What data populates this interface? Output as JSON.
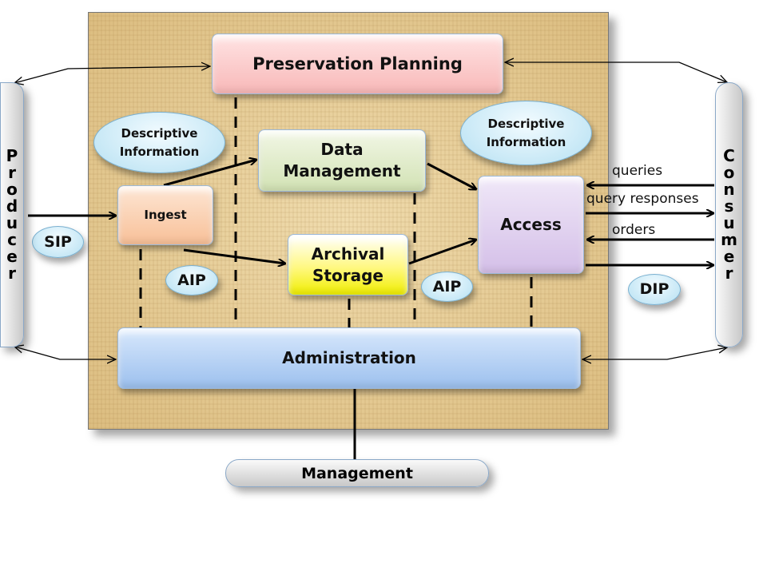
{
  "boxes": {
    "preservation_planning": "Preservation Planning",
    "data_management_1": "Data",
    "data_management_2": "Management",
    "ingest": "Ingest",
    "archival_storage_1": "Archival",
    "archival_storage_2": "Storage",
    "access": "Access",
    "administration": "Administration"
  },
  "ellipses": {
    "desc_left_1": "Descriptive",
    "desc_left_2": "Information",
    "desc_right_1": "Descriptive",
    "desc_right_2": "Information",
    "sip": "SIP",
    "aip_1": "AIP",
    "aip_2": "AIP",
    "dip": "DIP"
  },
  "actors": {
    "producer": [
      "P",
      "r",
      "o",
      "d",
      "u",
      "c",
      "e",
      "r"
    ],
    "consumer": [
      "C",
      "o",
      "n",
      "s",
      "u",
      "m",
      "e",
      "r"
    ],
    "management": "Management"
  },
  "flows": {
    "queries": "queries",
    "query_responses": "query responses",
    "orders": "orders"
  }
}
